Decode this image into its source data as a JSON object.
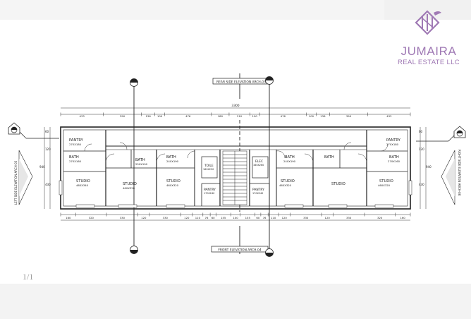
{
  "logo": {
    "name": "JUMAIRA",
    "subtitle": "REAL ESTATE LLC",
    "color": "#a07ab5"
  },
  "labels": {
    "rear_elevation": "REAR SIDE ELEVATION ARCH-03",
    "front_elevation": "FRONT ELEVATION ARCH-04",
    "left_elevation": "LEFT SIDE ELEVATION ARCH-05",
    "right_elevation": "RIGHT SIDE ELEVATION ARCH-06",
    "page_number": "1/1"
  },
  "dimensions": {
    "overall": "3300",
    "top": [
      "433",
      "390",
      "136",
      "100",
      "476",
      "180",
      "210",
      "100",
      "476",
      "100",
      "136",
      "390",
      "433"
    ],
    "bottom": [
      "160",
      "320",
      "330",
      "120",
      "330",
      "120",
      "110",
      "76",
      "60",
      "155",
      "100",
      "155",
      "60",
      "76",
      "110",
      "120",
      "330",
      "120",
      "330",
      "320",
      "160"
    ],
    "left": [
      "60",
      "120",
      "940",
      "430"
    ],
    "right": [
      "60",
      "120",
      "940",
      "430"
    ]
  },
  "rooms": [
    {
      "id": "pantry-left",
      "name": "PANTRY",
      "size": "270X180"
    },
    {
      "id": "bath-left",
      "name": "BATH",
      "size": "270X160"
    },
    {
      "id": "bath-2",
      "name": "BATH",
      "size": "250X190"
    },
    {
      "id": "bath-3",
      "name": "BATH",
      "size": "240X190"
    },
    {
      "id": "toilet",
      "name": "TOILE",
      "size": "160X250"
    },
    {
      "id": "elec",
      "name": "ELEC",
      "size": "160X260"
    },
    {
      "id": "bath-4",
      "name": "BATH",
      "size": "240X190"
    },
    {
      "id": "bath-5",
      "name": "BATH",
      "size": ""
    },
    {
      "id": "pantry-right",
      "name": "PANTRY",
      "size": "270X180"
    },
    {
      "id": "bath-right",
      "name": "BATH",
      "size": "270X160"
    },
    {
      "id": "studio-1",
      "name": "STUDIO",
      "size": "460X340"
    },
    {
      "id": "studio-2",
      "name": "STUDIO",
      "size": "460X320"
    },
    {
      "id": "studio-3",
      "name": "STUDIO",
      "size": "460X320"
    },
    {
      "id": "pantry-c1",
      "name": "PANTRY",
      "size": "170X240"
    },
    {
      "id": "pantry-c2",
      "name": "PANTRY",
      "size": "170X240"
    },
    {
      "id": "studio-4",
      "name": "STUDIO",
      "size": "460X320"
    },
    {
      "id": "studio-5",
      "name": "STUDIO",
      "size": ""
    },
    {
      "id": "studio-6",
      "name": "STUDIO",
      "size": "460X320"
    }
  ]
}
